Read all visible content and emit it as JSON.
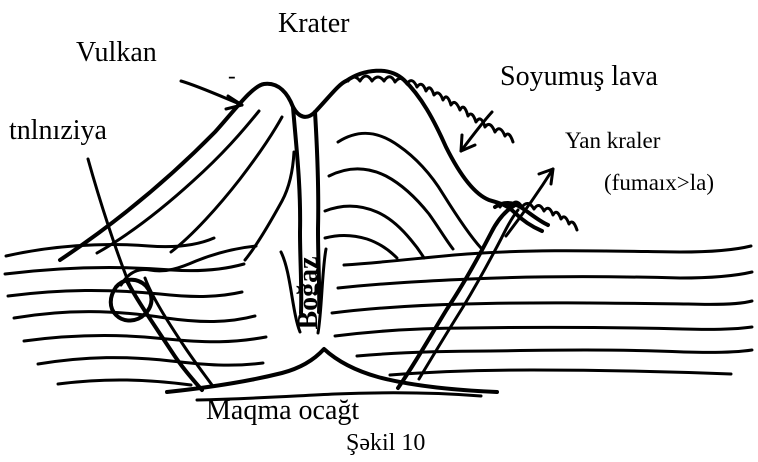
{
  "diagram": {
    "labels": {
      "krater": "Krater",
      "vulkan": "Vulkan",
      "vulkan_mark": "-",
      "soyumus_lava": "Soyumuş lava",
      "intruziya": "tnlnıziya",
      "yan_krater": "Yan kraler",
      "fumarolla": "(fumaıx>la)",
      "bogaz": "Boğaz",
      "maqma": "Maqma ocağt",
      "caption": "Şəkil 10"
    },
    "colors": {
      "ink": "#000000",
      "background": "#ffffff"
    }
  }
}
